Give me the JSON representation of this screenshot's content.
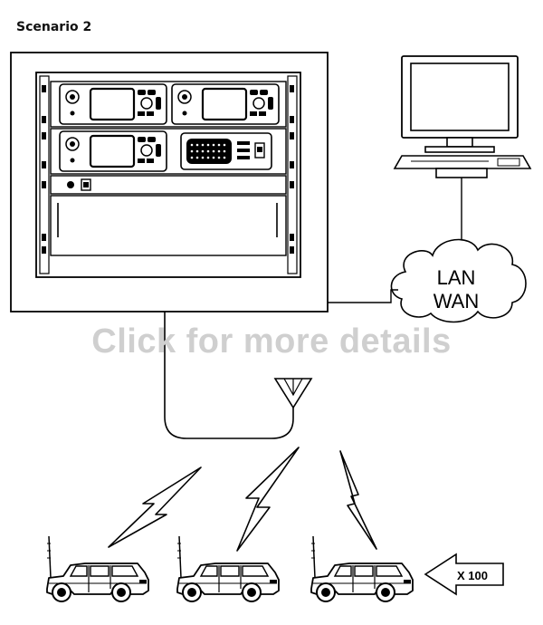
{
  "title": "Scenario 2",
  "overlay_text": "Click for more details",
  "cloud_label_line1": "LAN",
  "cloud_label_line2": "WAN",
  "multiplier_label": "X 100"
}
